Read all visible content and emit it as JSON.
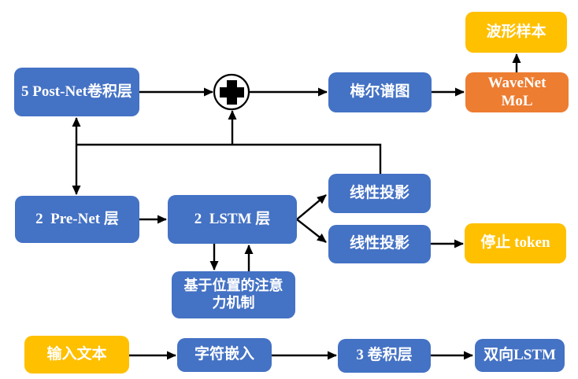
{
  "diagram": {
    "type": "flowchart",
    "language": "zh-CN",
    "colors": {
      "node_blue": "#4472C4",
      "node_yellow": "#FFC000",
      "node_orange": "#ED7D31",
      "node_text": "#FFFFFF",
      "connector": "#000000",
      "background": "#FFFFFF"
    },
    "nodes": {
      "postnet": {
        "label": "5 Post-Net卷积层",
        "color": "blue"
      },
      "add_junction": {
        "label": "+",
        "color": "white"
      },
      "mel_spectrogram": {
        "label": "梅尔谱图",
        "color": "blue"
      },
      "wavenet_mol": {
        "label": "WaveNet\nMoL",
        "color": "orange"
      },
      "waveform_samples": {
        "label": "波形样本",
        "color": "yellow"
      },
      "prenet": {
        "label": "2  Pre-Net 层",
        "color": "blue"
      },
      "lstm": {
        "label": "2  LSTM 层",
        "color": "blue"
      },
      "linear_projection_mel": {
        "label": "线性投影",
        "color": "blue"
      },
      "linear_projection_stop": {
        "label": "线性投影",
        "color": "blue"
      },
      "stop_token": {
        "label": "停止 token",
        "color": "yellow"
      },
      "attention": {
        "label": "基于位置的注意\n力机制",
        "color": "blue"
      },
      "input_text": {
        "label": "输入文本",
        "color": "yellow"
      },
      "char_embedding": {
        "label": "字符嵌入",
        "color": "blue"
      },
      "conv_layers": {
        "label": "3 卷积层",
        "color": "blue"
      },
      "bilstm": {
        "label": "双向LSTM",
        "color": "blue"
      }
    },
    "edges": [
      {
        "from": "postnet",
        "to": "add_junction"
      },
      {
        "from": "add_junction",
        "to": "mel_spectrogram"
      },
      {
        "from": "mel_spectrogram",
        "to": "wavenet_mol"
      },
      {
        "from": "wavenet_mol",
        "to": "waveform_samples"
      },
      {
        "from": "linear_projection_mel",
        "to": "add_junction"
      },
      {
        "from": "linear_projection_mel",
        "to": "postnet"
      },
      {
        "from": "linear_projection_mel",
        "to": "prenet"
      },
      {
        "from": "prenet",
        "to": "lstm"
      },
      {
        "from": "lstm",
        "to": "attention"
      },
      {
        "from": "attention",
        "to": "lstm"
      },
      {
        "from": "lstm",
        "to": "linear_projection_mel"
      },
      {
        "from": "lstm",
        "to": "linear_projection_stop"
      },
      {
        "from": "linear_projection_stop",
        "to": "stop_token"
      },
      {
        "from": "input_text",
        "to": "char_embedding"
      },
      {
        "from": "char_embedding",
        "to": "conv_layers"
      },
      {
        "from": "conv_layers",
        "to": "bilstm"
      }
    ]
  }
}
